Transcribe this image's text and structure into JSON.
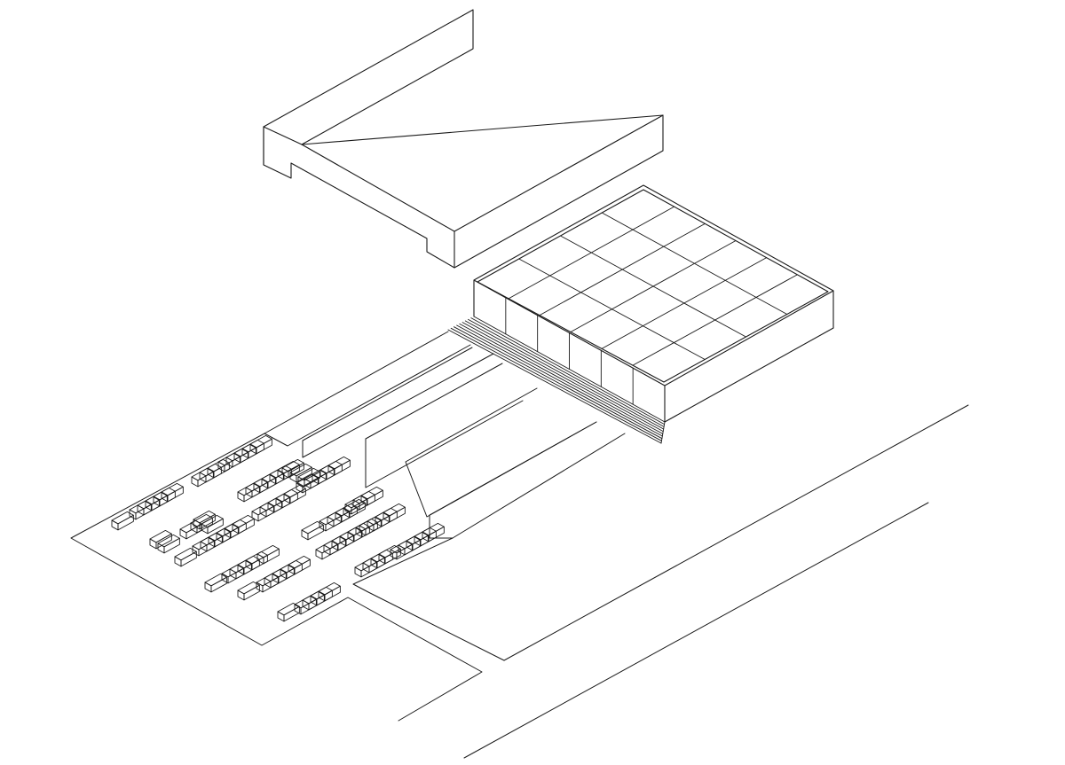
{
  "drawing": {
    "style": "isometric line drawing",
    "line_color": "#1a1a1a",
    "background_color": "#ffffff"
  },
  "objects": {
    "upper_building": "upper-building",
    "grid_roof_building": "grid-roof-building",
    "stairs": "stairs",
    "plaza": "plaza",
    "parking_lot": "parking-lot",
    "cars": "parked-cars",
    "roads": "road-edges"
  },
  "counts": {
    "roof_grid_columns": 6,
    "roof_grid_rows": 4,
    "stair_steps": 9
  }
}
